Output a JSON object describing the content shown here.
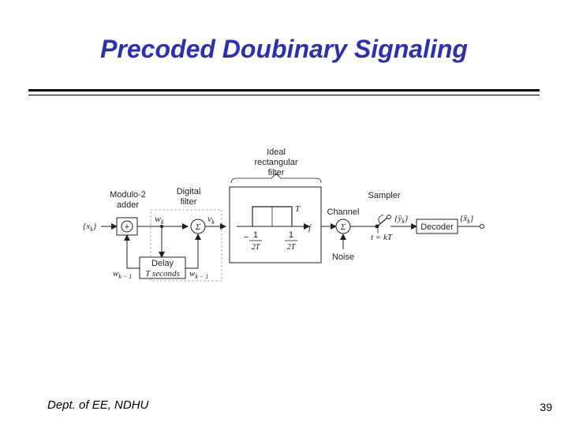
{
  "slide": {
    "title": "Precoded Doubinary Signaling",
    "footer": "Dept. of EE, NDHU",
    "page_number": "39",
    "title_color": "#2e2eb8"
  },
  "diagram": {
    "input_label": "{x",
    "input_sub": "k",
    "input_close": "}",
    "adder_title_1": "Modulo-2",
    "adder_title_2": "adder",
    "adder_symbol": "+",
    "digital_filter_1": "Digital",
    "digital_filter_2": "filter",
    "w_k": "w",
    "w_k_sub": "k",
    "v_k": "v",
    "v_k_sub": "k",
    "sigma": "Σ",
    "delay_1": "Delay",
    "delay_2": "T seconds",
    "w_k1_left": "w",
    "w_k1_left_sub": "k − 1",
    "w_k1_right": "w",
    "w_k1_right_sub": "k − 1",
    "filter_title_1": "Ideal",
    "filter_title_2": "rectangular",
    "filter_title_3": "filter",
    "filter_T": "T",
    "filter_f": "f",
    "filter_minus": "−",
    "filter_num_left": "1",
    "filter_den_left": "2T",
    "filter_num_right": "1",
    "filter_den_right": "2T",
    "channel": "Channel",
    "noise": "Noise",
    "sampler": "Sampler",
    "t_eq": "t = kT",
    "y_hat": "{ŷ",
    "y_hat_sub": "k",
    "y_hat_close": "}",
    "x_hat": "{x̂",
    "x_hat_sub": "k",
    "x_hat_close": "}",
    "decoder": "Decoder"
  }
}
